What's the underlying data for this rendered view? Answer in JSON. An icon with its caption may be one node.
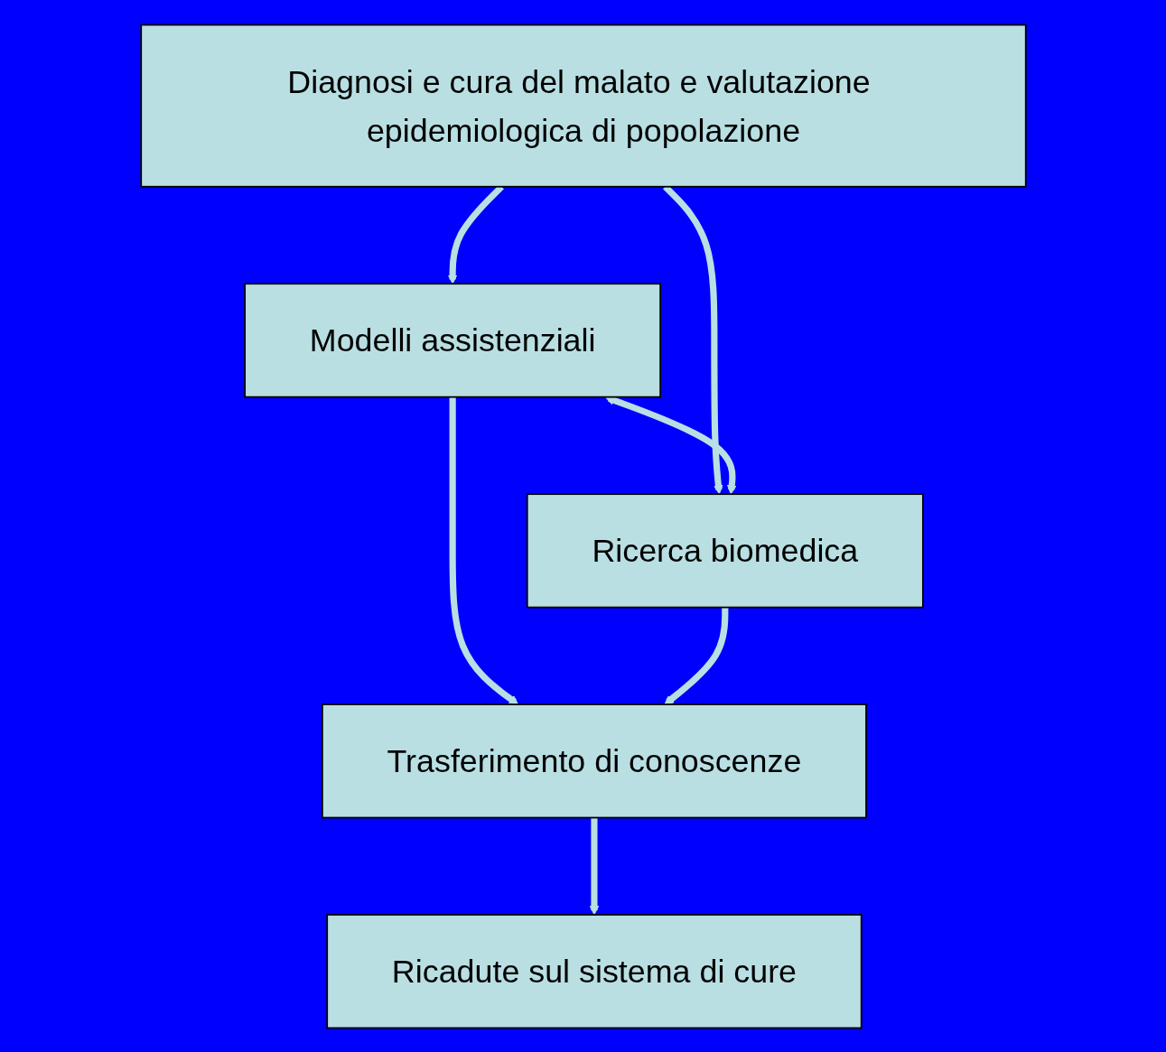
{
  "diagram": {
    "nodes": [
      {
        "text": [
          "Diagnosi e cura del malato e valutazione epidemiologica di popolazione"
        ]
      },
      {
        "text": [
          "Modelli assistenziali"
        ]
      },
      {
        "text": [
          "Ricerca biomedica"
        ]
      },
      {
        "text": [
          "Trasferimento di conoscenze"
        ]
      },
      {
        "text": [
          "Ricadute sul sistema di cure"
        ]
      }
    ],
    "edges": [
      {
        "from": 0,
        "to": 1,
        "arrow": "to"
      },
      {
        "from": 0,
        "to": 2,
        "arrow": "to"
      },
      {
        "from": 1,
        "to": 2,
        "arrow": "both"
      },
      {
        "from": 1,
        "to": 3,
        "arrow": "to"
      },
      {
        "from": 2,
        "to": 3,
        "arrow": "to"
      },
      {
        "from": 3,
        "to": 4,
        "arrow": "to"
      }
    ]
  }
}
